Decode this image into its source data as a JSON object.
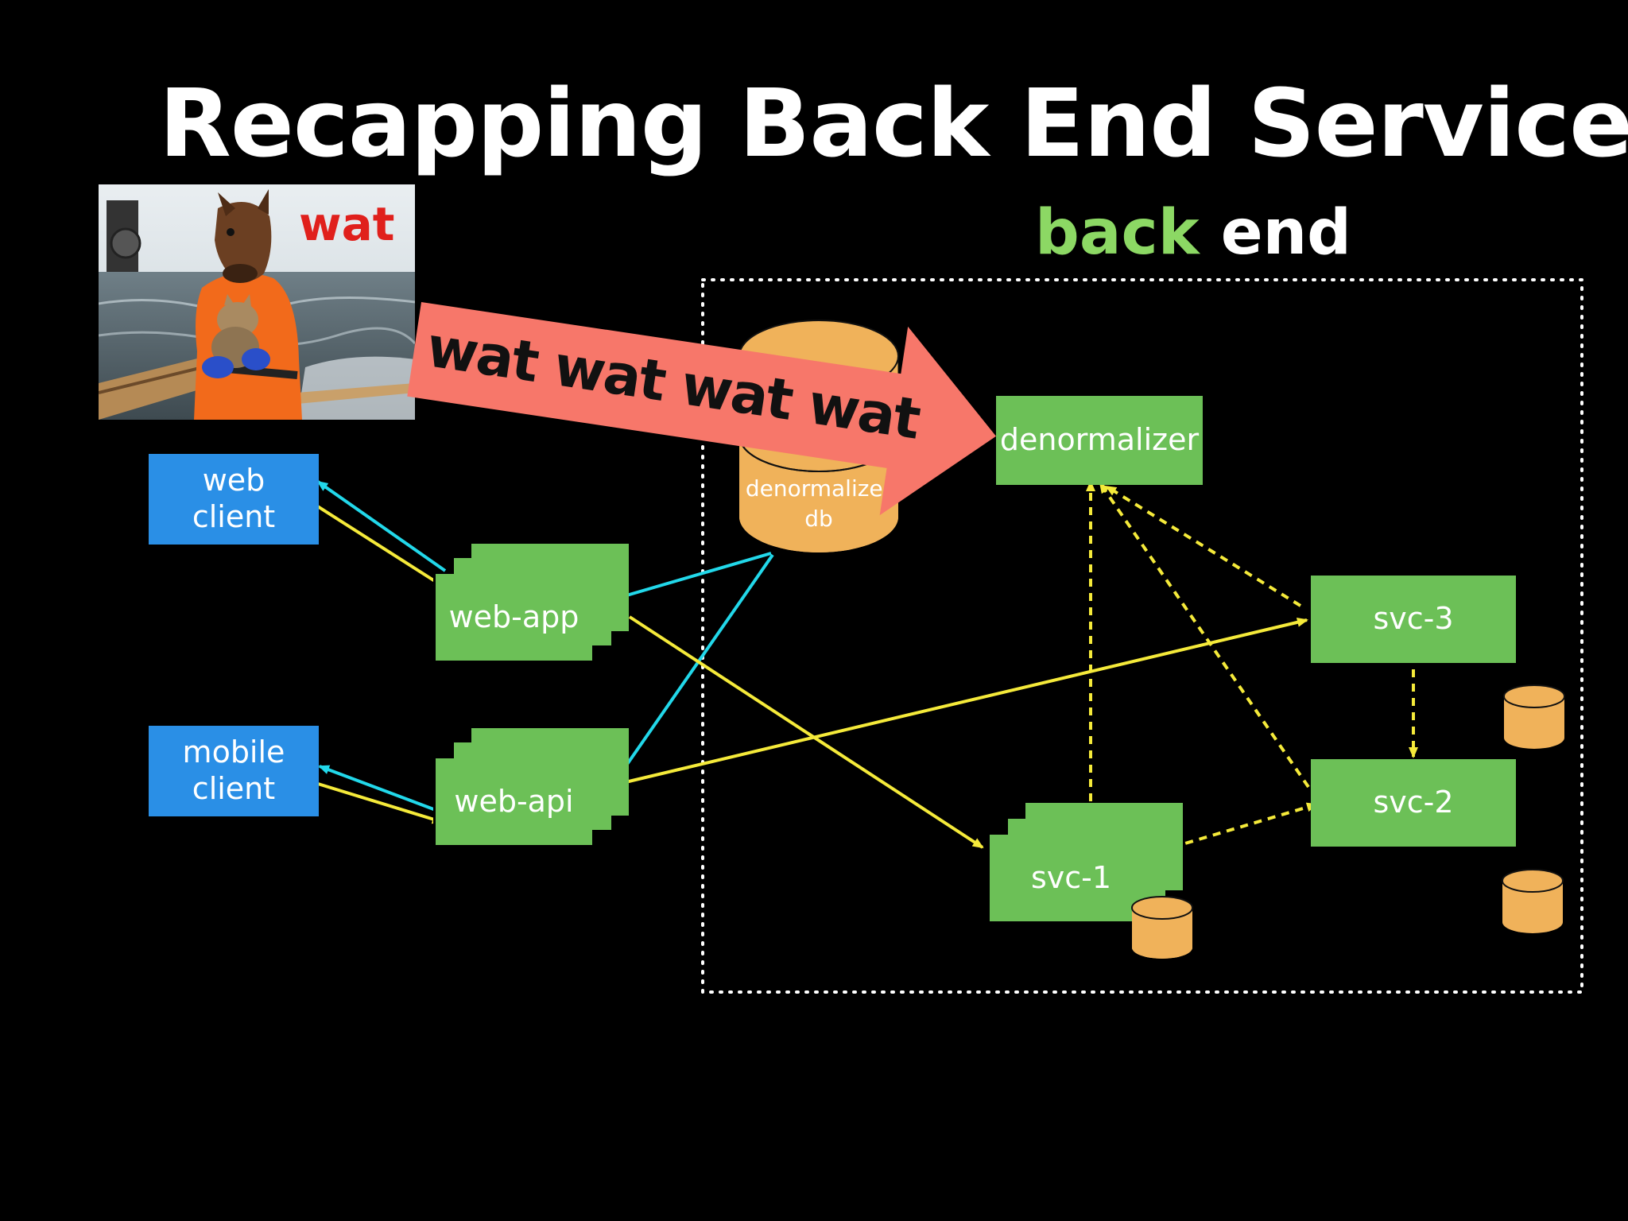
{
  "slide": {
    "title": "Recapping Back End Services",
    "backend_label_green": "back",
    "backend_label_white": "end"
  },
  "meme": {
    "caption": "wat",
    "icon": "horse-head-fisherman-cat-meme"
  },
  "banner": {
    "text": "wat wat wat wat"
  },
  "nodes": {
    "web_client": "web\nclient",
    "mobile_client": "mobile\nclient",
    "web_app": "web-app",
    "web_api": "web-api",
    "denormalizer": "denormalizer",
    "denormalizer_db_line1": "denormalizer",
    "denormalizer_db_line2": "db",
    "svc_1": "svc-1",
    "svc_2": "svc-2",
    "svc_3": "svc-3"
  },
  "colors": {
    "background": "#000000",
    "client_blue": "#2a8fe6",
    "service_green": "#6cc057",
    "db_orange": "#f0b25a",
    "arrow_cyan": "#22d8ea",
    "arrow_yellow": "#f5ea3a",
    "banner_salmon": "#f7776a",
    "backend_green": "#8cd864"
  }
}
